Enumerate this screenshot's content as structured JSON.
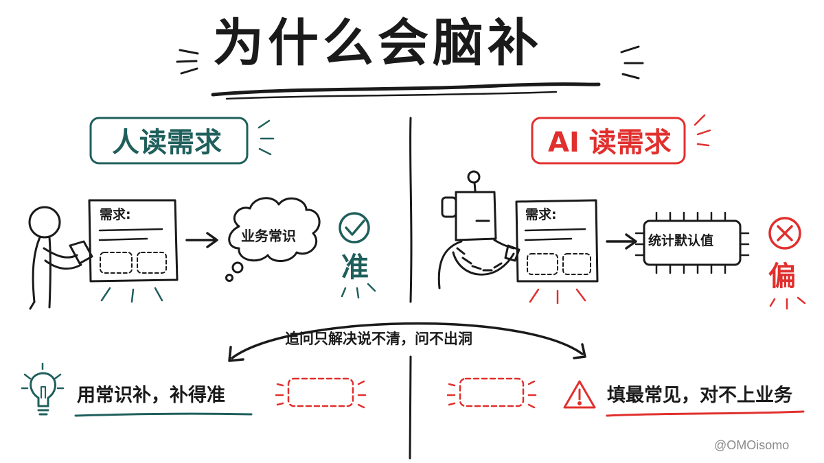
{
  "title": "为什么会脑补",
  "colors": {
    "ink": "#1a1a1a",
    "human_accent": "#1f5f5c",
    "ai_accent": "#e0302e",
    "watermark": "#8a8a8a"
  },
  "human": {
    "badge": "人读需求",
    "doc_label": "需求:",
    "bubble": "业务常识",
    "result_icon": "check-circle-icon",
    "result": "准",
    "outcome_icon": "lightbulb-icon",
    "outcome": "用常识补，补得准"
  },
  "ai": {
    "badge": "AI 读需求",
    "doc_label": "需求:",
    "chip": "统计默认值",
    "result_icon": "x-circle-icon",
    "result": "偏",
    "outcome_icon": "warning-triangle-icon",
    "outcome": "填最常见，对不上业务"
  },
  "arc_caption": "追问只解决说不清，问不出洞",
  "watermark": "@OMOisomo"
}
